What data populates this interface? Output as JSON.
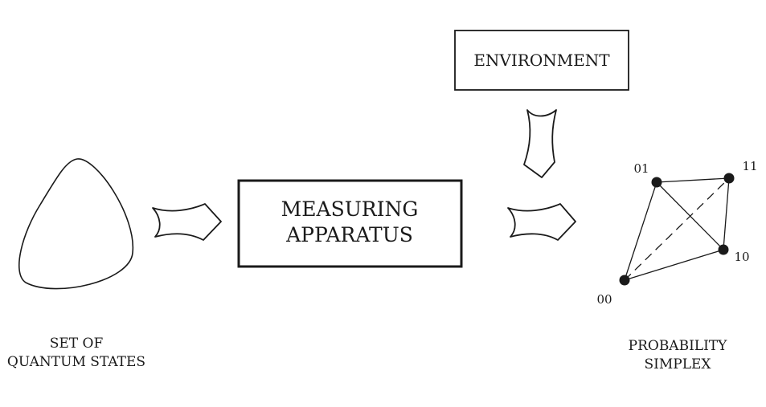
{
  "environment_box": {
    "label": "ENVIRONMENT"
  },
  "apparatus_box": {
    "line1": "MEASURING",
    "line2": "APPARATUS"
  },
  "quantum_states": {
    "caption_line1": "SET OF",
    "caption_line2": "QUANTUM STATES"
  },
  "simplex": {
    "caption_line1": "PROBABILITY",
    "caption_line2": "SIMPLEX",
    "vertices": {
      "v00": "00",
      "v01": "01",
      "v10": "10",
      "v11": "11"
    }
  }
}
